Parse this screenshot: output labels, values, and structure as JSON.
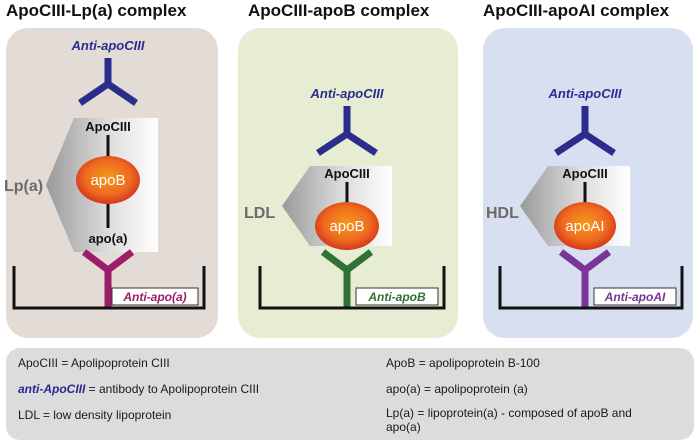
{
  "titles": [
    "ApoCIII-Lp(a) complex",
    "ApoCIII-apoB complex",
    "ApoCIII-apoAI complex"
  ],
  "colors": {
    "panel1_bg": "#e3dcd6",
    "panel2_bg": "#e7edd3",
    "panel3_bg": "#d7dff0",
    "anti_apoCIII": "#2b2d8c",
    "anti_apoa": "#9b1d6a",
    "anti_apoB": "#2f7236",
    "anti_apoAI": "#7a3596",
    "legend_bg": "#dcdcdc"
  },
  "panel1": {
    "top_antibody": "Anti-apoCIII",
    "protein_top": "ApoCIII",
    "particle": "Lp(a)",
    "core": "apoB",
    "protein_bottom": "apo(a)",
    "capture_antibody": "Anti-apo(a)"
  },
  "panel2": {
    "top_antibody": "Anti-apoCIII",
    "protein_top": "ApoCIII",
    "particle": "LDL",
    "core": "apoB",
    "capture_antibody": "Anti-apoB"
  },
  "panel3": {
    "top_antibody": "Anti-apoCIII",
    "protein_top": "ApoCIII",
    "particle": "HDL",
    "core": "apoAI",
    "capture_antibody": "Anti-apoAI"
  },
  "legend": {
    "l1": "ApoCIII = Apolipoprotein CIII",
    "l2_term": "anti-ApoCIII",
    "l2_rest": " = antibody to Apolipoprotein CIII",
    "l3": "LDL = low density lipoprotein",
    "r1": "ApoB =  apolipoprotein B-100",
    "r2": "apo(a) = apolipoprotein (a)",
    "r3": "Lp(a) = lipoprotein(a) - composed of apoB and apo(a)"
  }
}
